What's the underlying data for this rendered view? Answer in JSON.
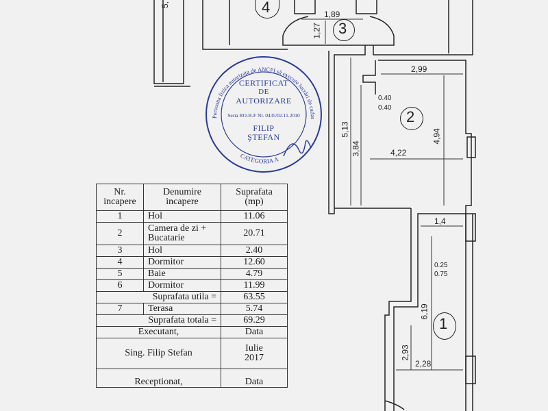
{
  "plan": {
    "rooms": [
      {
        "number": "4"
      },
      {
        "number": "3"
      },
      {
        "number": "2"
      },
      {
        "number": "1"
      }
    ],
    "dimensions": {
      "d_5": "5,",
      "d_1_89": "1,89",
      "d_1_27": "1,27",
      "d_2_99": "2,99",
      "d_0_40_a": "0.40",
      "d_0_40_b": "0.40",
      "d_5_13": "5,13",
      "d_3_84": "3,84",
      "d_4_22": "4,22",
      "d_4_94": "4,94",
      "d_1_4": "1,4",
      "d_0_25": "0.25",
      "d_0_75": "0.75",
      "d_6_19": "6,19",
      "d_2_93": "2,93",
      "d_2_28": "2,28"
    }
  },
  "stamp": {
    "line1": "CERTIFICAT",
    "line2": "DE",
    "line3": "AUTORIZARE",
    "series": "Seria RO-B-F Nr. 0435/02.11.2010",
    "name1": "FILIP",
    "name2": "ŞTEFAN",
    "ring_top": "Persoana fizica autorizata de ANCPI să execute lucrări de cadastru, geodezie și cartografie",
    "ring_bottom": "CATEGORIA A"
  },
  "table": {
    "header": {
      "nr": "Nr. incapere",
      "name": "Denumire incapere",
      "area": "Suprafata (mp)"
    },
    "rows": [
      {
        "nr": "1",
        "name": "Hol",
        "area": "11.06"
      },
      {
        "nr": "2",
        "name": "Camera de zi + Bucatarie",
        "area": "20.71"
      },
      {
        "nr": "3",
        "name": "Hol",
        "area": "2.40"
      },
      {
        "nr": "4",
        "name": "Dormitor",
        "area": "12.60"
      },
      {
        "nr": "5",
        "name": "Baie",
        "area": "4.79"
      },
      {
        "nr": "6",
        "name": "Dormitor",
        "area": "11.99"
      }
    ],
    "util_label": "Suprafata utila =",
    "util_value": "63.55",
    "terrace": {
      "nr": "7",
      "name": "Terasa",
      "area": "5.74"
    },
    "total_label": "Suprafata totala =",
    "total_value": "69.29",
    "executant_label": "Executant,",
    "data_label": "Data",
    "executant_name": "Sing. Filip Stefan",
    "executant_date_1": "Iulie",
    "executant_date_2": "2017",
    "receptionat_label": "Receptionat,",
    "data_label_2": "Data"
  }
}
